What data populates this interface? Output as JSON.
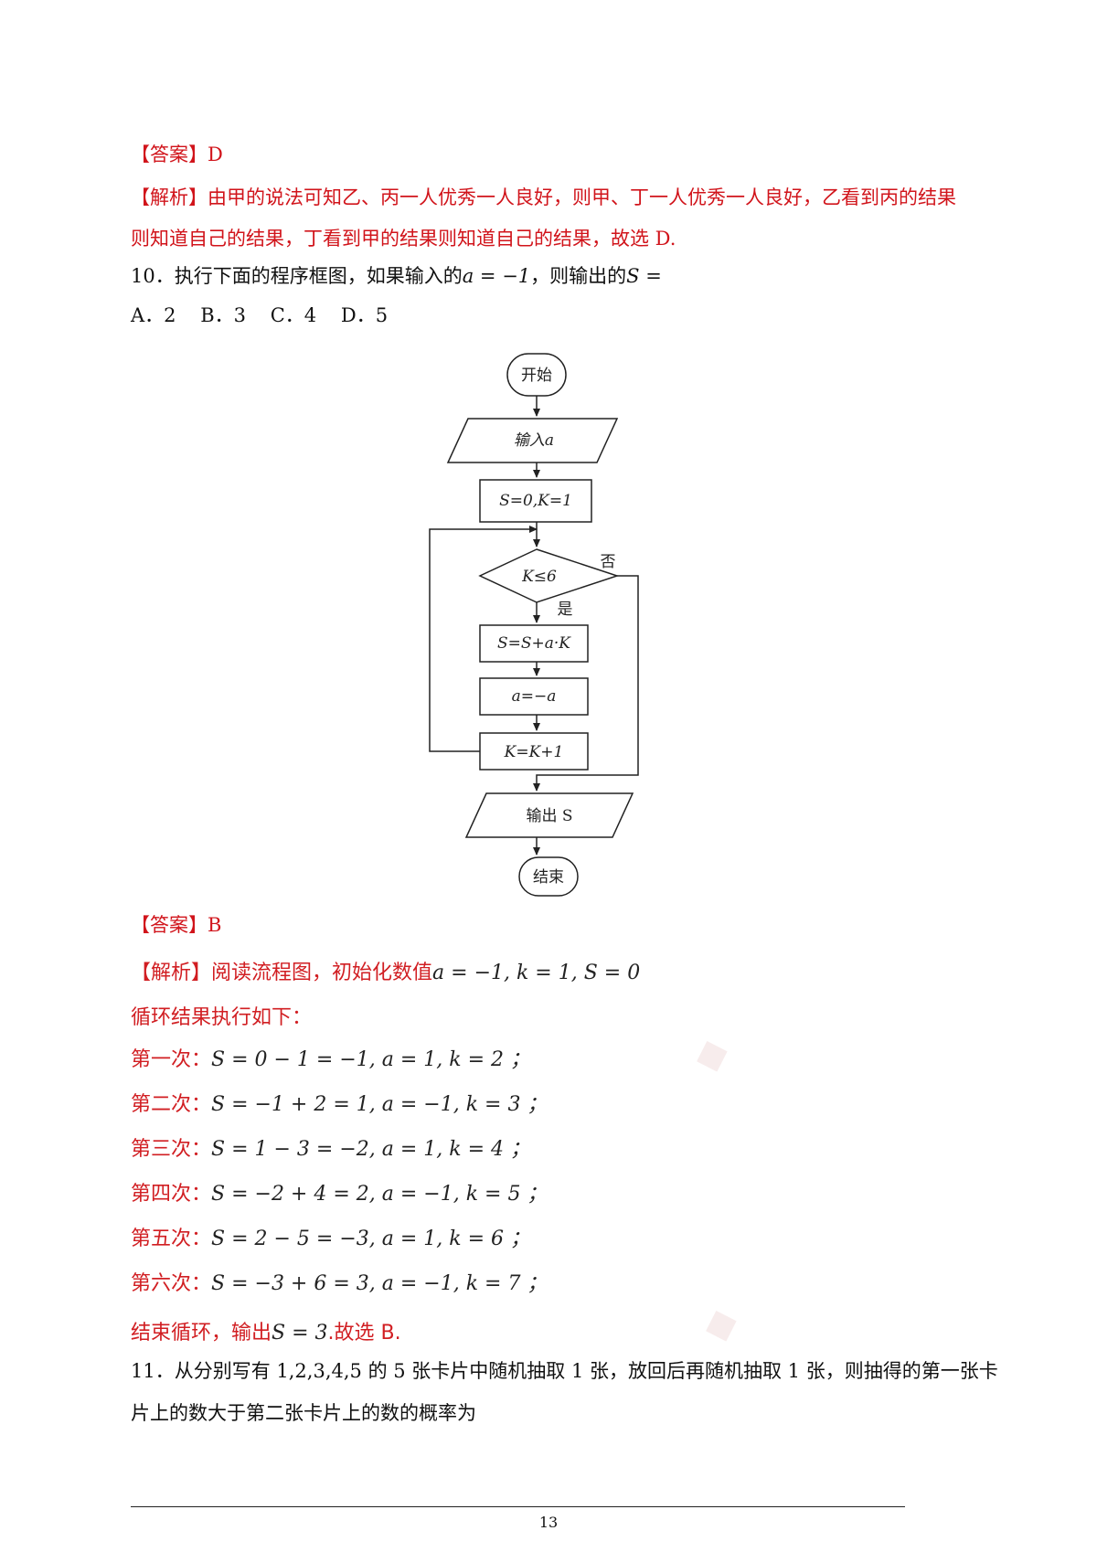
{
  "answer9": {
    "label": "【答案】",
    "value": "D"
  },
  "analysis9": {
    "label": "【解析】",
    "line1": "由甲的说法可知乙、丙一人优秀一人良好，则甲、丁一人优秀一人良好，乙看到丙的结果",
    "line2": "则知道自己的结果，丁看到甲的结果则知道自己的结果，故选 D."
  },
  "q10": {
    "stem_pre": "10．执行下面的程序框图，如果输入的",
    "stem_math": "a = −1",
    "stem_mid": "，则输出的",
    "stem_math2": "S =",
    "options": "A．2    B．3    C．4    D．5"
  },
  "flowchart": {
    "start": "开始",
    "input": "输入a",
    "init": "S=0,K=1",
    "cond": "K≤6",
    "no": "否",
    "yes": "是",
    "step1": "S=S+a·K",
    "step2": "a=−a",
    "step3": "K=K+1",
    "output": "输出 S",
    "end": "结束"
  },
  "answer10": {
    "label": "【答案】",
    "value": "B"
  },
  "analysis10": {
    "label": "【解析】",
    "intro_text": "阅读流程图，初始化数值",
    "intro_math": "a = −1, k = 1, S = 0",
    "loop_title": "循环结果执行如下：",
    "rows": [
      {
        "label": "第一次：",
        "math": "S = 0 − 1 = −1, a = 1, k = 2 ；"
      },
      {
        "label": "第二次：",
        "math": "S = −1 + 2 = 1, a = −1, k = 3 ；"
      },
      {
        "label": "第三次：",
        "math": "S = 1 − 3 = −2, a = 1, k = 4 ；"
      },
      {
        "label": "第四次：",
        "math": "S = −2 + 4 = 2, a = −1, k = 5 ；"
      },
      {
        "label": "第五次：",
        "math": "S = 2 − 5 = −3, a = 1, k = 6 ；"
      },
      {
        "label": "第六次：",
        "math": "S = −3 + 6 = 3, a = −1, k = 7 ；"
      }
    ],
    "conclusion_text": "结束循环，输出",
    "conclusion_math": "S = 3",
    "conclusion_end": ".故选 B."
  },
  "q11": {
    "line1": "11．从分别写有 1,2,3,4,5 的 5 张卡片中随机抽取 1 张，放回后再随机抽取 1 张，则抽得的第一张卡",
    "line2": "片上的数大于第二张卡片上的数的概率为"
  },
  "page_number": "13"
}
